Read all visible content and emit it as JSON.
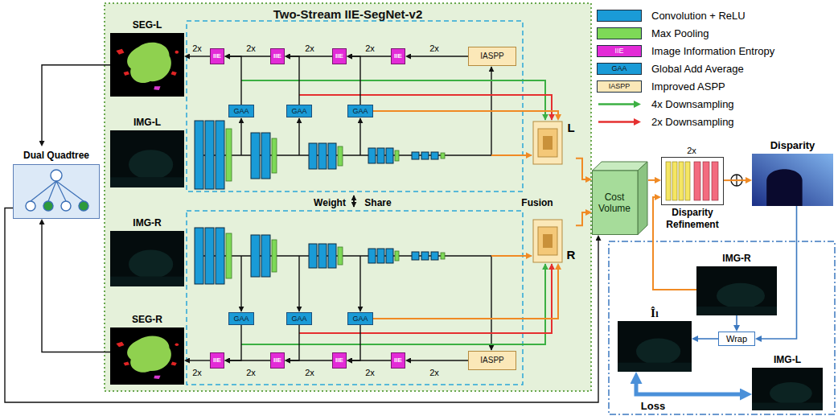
{
  "diagram": {
    "nodes": [
      {
        "text": [
          "Two-Stream IIE-SegNet-v2"
        ]
      },
      {
        "text": [
          "SEG-L"
        ],
        "in": 0
      },
      {
        "text": [
          "IMG-L"
        ],
        "in": 0
      },
      {
        "text": [
          "IMG-R"
        ],
        "in": 0
      },
      {
        "text": [
          "SEG-R"
        ],
        "in": 0
      },
      {
        "text": [
          "IIE"
        ],
        "in": 0
      },
      {
        "text": [
          "IIE"
        ],
        "in": 0
      },
      {
        "text": [
          "IIE"
        ],
        "in": 0
      },
      {
        "text": [
          "IIE"
        ],
        "in": 0
      },
      {
        "text": [
          "IASPP"
        ],
        "in": 0
      },
      {
        "text": [
          "GAA"
        ],
        "in": 0
      },
      {
        "text": [
          "GAA"
        ],
        "in": 0
      },
      {
        "text": [
          "GAA"
        ],
        "in": 0
      },
      {
        "text": [
          "GAA"
        ],
        "in": 0
      },
      {
        "text": [
          "GAA"
        ],
        "in": 0
      },
      {
        "text": [
          "GAA"
        ],
        "in": 0
      },
      {
        "text": [
          "IIE"
        ],
        "in": 0
      },
      {
        "text": [
          "IIE"
        ],
        "in": 0
      },
      {
        "text": [
          "IIE"
        ],
        "in": 0
      },
      {
        "text": [
          "IIE"
        ],
        "in": 0
      },
      {
        "text": [
          "IASPP"
        ],
        "in": 0
      },
      {
        "text": [
          "L"
        ],
        "in": 0
      },
      {
        "text": [
          "R"
        ],
        "in": 0
      },
      {
        "text": [
          "Dual Quadtree"
        ]
      },
      {
        "text": [
          "Cost Volume"
        ]
      },
      {
        "text": [
          "Disparity Refinement"
        ]
      },
      {
        "text": [
          "Disparity"
        ]
      },
      {
        "text": [
          "IMG-R"
        ]
      },
      {
        "text": [
          "Wrap"
        ]
      },
      {
        "text": [
          "Îₗ"
        ]
      },
      {
        "text": [
          "IMG-L"
        ]
      }
    ],
    "edges": [
      {
        "from": 9,
        "to": 8,
        "arrow": "to"
      },
      {
        "from": 8,
        "to": 7,
        "arrow": "to"
      },
      {
        "from": 7,
        "to": 6,
        "arrow": "to"
      },
      {
        "from": 6,
        "to": 5,
        "arrow": "to"
      },
      {
        "from": 5,
        "to": 1,
        "arrow": "to"
      },
      {
        "from": 10,
        "to": 5,
        "arrow": "to"
      },
      {
        "from": 11,
        "to": 6,
        "arrow": "to"
      },
      {
        "from": 12,
        "to": 7,
        "arrow": "to"
      },
      {
        "from": 12,
        "to": 21,
        "arrow": "to"
      },
      {
        "from": 20,
        "to": 19,
        "arrow": "to"
      },
      {
        "from": 19,
        "to": 18,
        "arrow": "to"
      },
      {
        "from": 18,
        "to": 17,
        "arrow": "to"
      },
      {
        "from": 17,
        "to": 16,
        "arrow": "to"
      },
      {
        "from": 16,
        "to": 4,
        "arrow": "to"
      },
      {
        "from": 13,
        "to": 16,
        "arrow": "to"
      },
      {
        "from": 14,
        "to": 17,
        "arrow": "to"
      },
      {
        "from": 15,
        "to": 18,
        "arrow": "to"
      },
      {
        "from": 15,
        "to": 22,
        "arrow": "to"
      },
      {
        "from": 1,
        "to": 23,
        "arrow": "to"
      },
      {
        "from": 4,
        "to": 23,
        "arrow": "to"
      },
      {
        "from": 23,
        "to": 24,
        "arrow": "to"
      },
      {
        "from": 21,
        "to": 24,
        "arrow": "to"
      },
      {
        "from": 22,
        "to": 24,
        "arrow": "to"
      },
      {
        "from": 24,
        "to": 25,
        "arrow": "to"
      },
      {
        "from": 25,
        "to": 26,
        "arrow": "to"
      },
      {
        "from": 27,
        "to": 25,
        "arrow": "to"
      },
      {
        "from": 27,
        "to": 28,
        "arrow": "to"
      },
      {
        "from": 26,
        "to": 28,
        "arrow": "to"
      },
      {
        "from": 28,
        "to": 29,
        "arrow": "to"
      },
      {
        "from": 29,
        "to": 30,
        "label": "Loss",
        "arrow": "both"
      }
    ],
    "labels": [
      "2x",
      "2x",
      "2x",
      "2x",
      "2x",
      "2x",
      "2x",
      "2x",
      "2x",
      "2x",
      "Weight",
      "Share",
      "Fusion",
      "2x",
      "IIE",
      "GAA",
      "IASPP"
    ],
    "legend": [
      {
        "text": "Convolution + ReLU",
        "color": "#1a9bd7"
      },
      {
        "text": "Max Pooling",
        "color": "#7ed957"
      },
      {
        "text": "Image Information Entropy",
        "color": "#e32bd7"
      },
      {
        "text": "Global Add Average",
        "color": "#1a9bd7"
      },
      {
        "text": "Improved ASPP",
        "color": "#fbe8b8"
      },
      {
        "text": "4x Downsampling"
      },
      {
        "text": "2x Downsampling"
      }
    ]
  }
}
